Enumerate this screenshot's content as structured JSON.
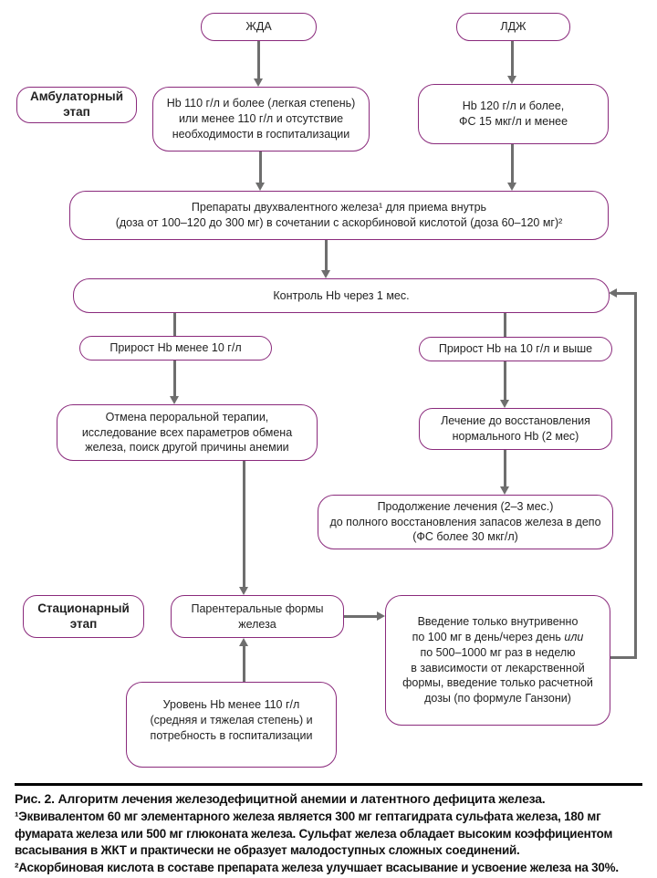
{
  "palette": {
    "box_border": "#8a2a7c",
    "arrow": "#6e6e6e",
    "text": "#222222",
    "caption_text": "#111111"
  },
  "nodes": {
    "zda": {
      "lines": [
        "ЖДА"
      ]
    },
    "ldzh": {
      "lines": [
        "ЛДЖ"
      ]
    },
    "stage_outpatient": {
      "lines": [
        "Амбулаторный",
        "этап"
      ]
    },
    "stage_inpatient": {
      "lines": [
        "Стационарный",
        "этап"
      ]
    },
    "hb110": {
      "lines": [
        "Hb 110 г/л и более (легкая степень)",
        "или менее 110 г/л и отсутствие",
        "необходимости в госпитализации"
      ]
    },
    "hb120": {
      "lines": [
        "Hb 120 г/л и более,",
        "ФС 15 мкг/л и менее"
      ]
    },
    "oral_iron": {
      "lines": [
        "Препараты двухвалентного железа¹ для приема внутрь",
        "(доза от 100–120 до 300 мг) в сочетании с аскорбиновой кислотой (доза 60–120 мг)²"
      ]
    },
    "control": {
      "lines": [
        "Контроль Hb через 1 мес."
      ]
    },
    "gain_low": {
      "lines": [
        "Прирост Hb менее 10 г/л"
      ]
    },
    "gain_high": {
      "lines": [
        "Прирост Hb на 10 г/л и выше"
      ]
    },
    "cancel_oral": {
      "lines": [
        "Отмена пероральной терапии,",
        "исследование всех параметров обмена",
        "железа, поиск другой причины анемии"
      ]
    },
    "treat_to_normal": {
      "lines": [
        "Лечение до восстановления",
        "нормального Hb (2 мес)"
      ]
    },
    "continue_treatment": {
      "lines": [
        "Продолжение лечения (2–3 мес.)",
        "до полного восстановления запасов железа в депо",
        "(ФС более 30 мкг/л)"
      ]
    },
    "parenteral": {
      "lines": [
        "Парентеральные формы",
        "железа"
      ]
    },
    "iv_dosing": {
      "lines": [
        "Введение только внутривенно",
        "по 100 мг в день/через день *или*",
        "по 500–1000 мг раз в неделю",
        "в зависимости от лекарственной",
        "формы, введение только расчетной",
        "дозы (по формуле Ганзони)"
      ]
    },
    "hb_low_severe": {
      "lines": [
        "Уровень Hb менее 110 г/л",
        "(средняя и тяжелая степень) и",
        "потребность в госпитализации"
      ]
    }
  },
  "caption": {
    "title": "Рис. 2. Алгоритм лечения железодефицитной анемии и латентного дефицита железа.",
    "footnote1_lines": [
      "¹Эквивалентом 60 мг элементарного железа является 300 мг гептагидрата сульфата железа, 180 мг",
      "фумарата железа или 500 мг глюконата железа. Сульфат железа обладает высоким коэффициентом",
      "всасывания в ЖКТ и практически не образует малодоступных сложных соединений."
    ],
    "footnote2": "²Аскорбиновая кислота в составе препарата железа улучшает всасывание и усвоение железа на 30%."
  }
}
